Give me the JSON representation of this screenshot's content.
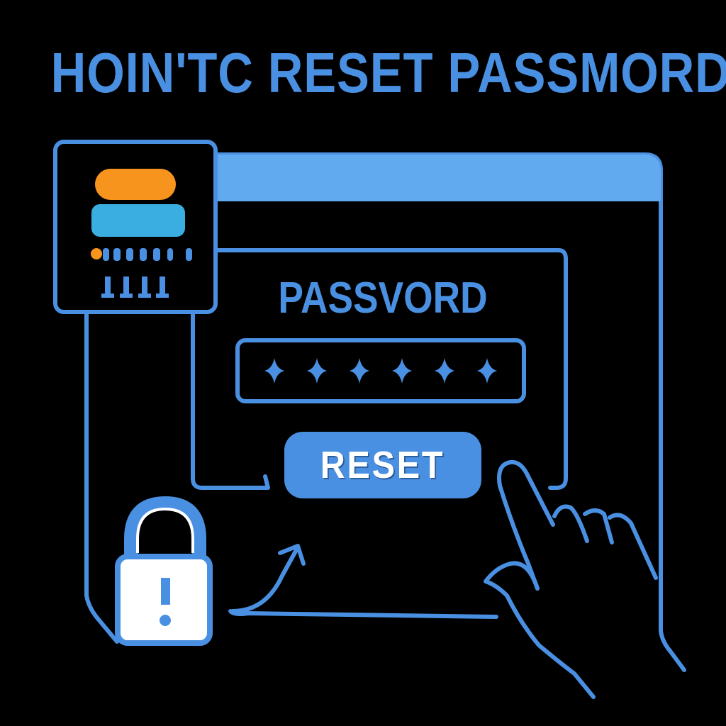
{
  "header": {
    "title": "HOIN'TC RESET PASSMORD"
  },
  "form": {
    "label": "PASSVORD",
    "password_field": {
      "masked_value": "******",
      "char_count": 6,
      "mask_icon": "four-point-star"
    },
    "reset_button_label": "RESET"
  },
  "icons": {
    "server_card": "server-card-icon",
    "padlock": "padlock-warning-icon",
    "padlock_symbol": "!",
    "hand": "pointing-hand-icon",
    "arrow": "curved-arrow-icon"
  },
  "colors": {
    "background": "#000000",
    "primary_blue": "#4a90e2",
    "title_bar_blue": "#62aaf0",
    "orange": "#f7941d",
    "cyan": "#3aaee0",
    "white": "#ffffff"
  }
}
